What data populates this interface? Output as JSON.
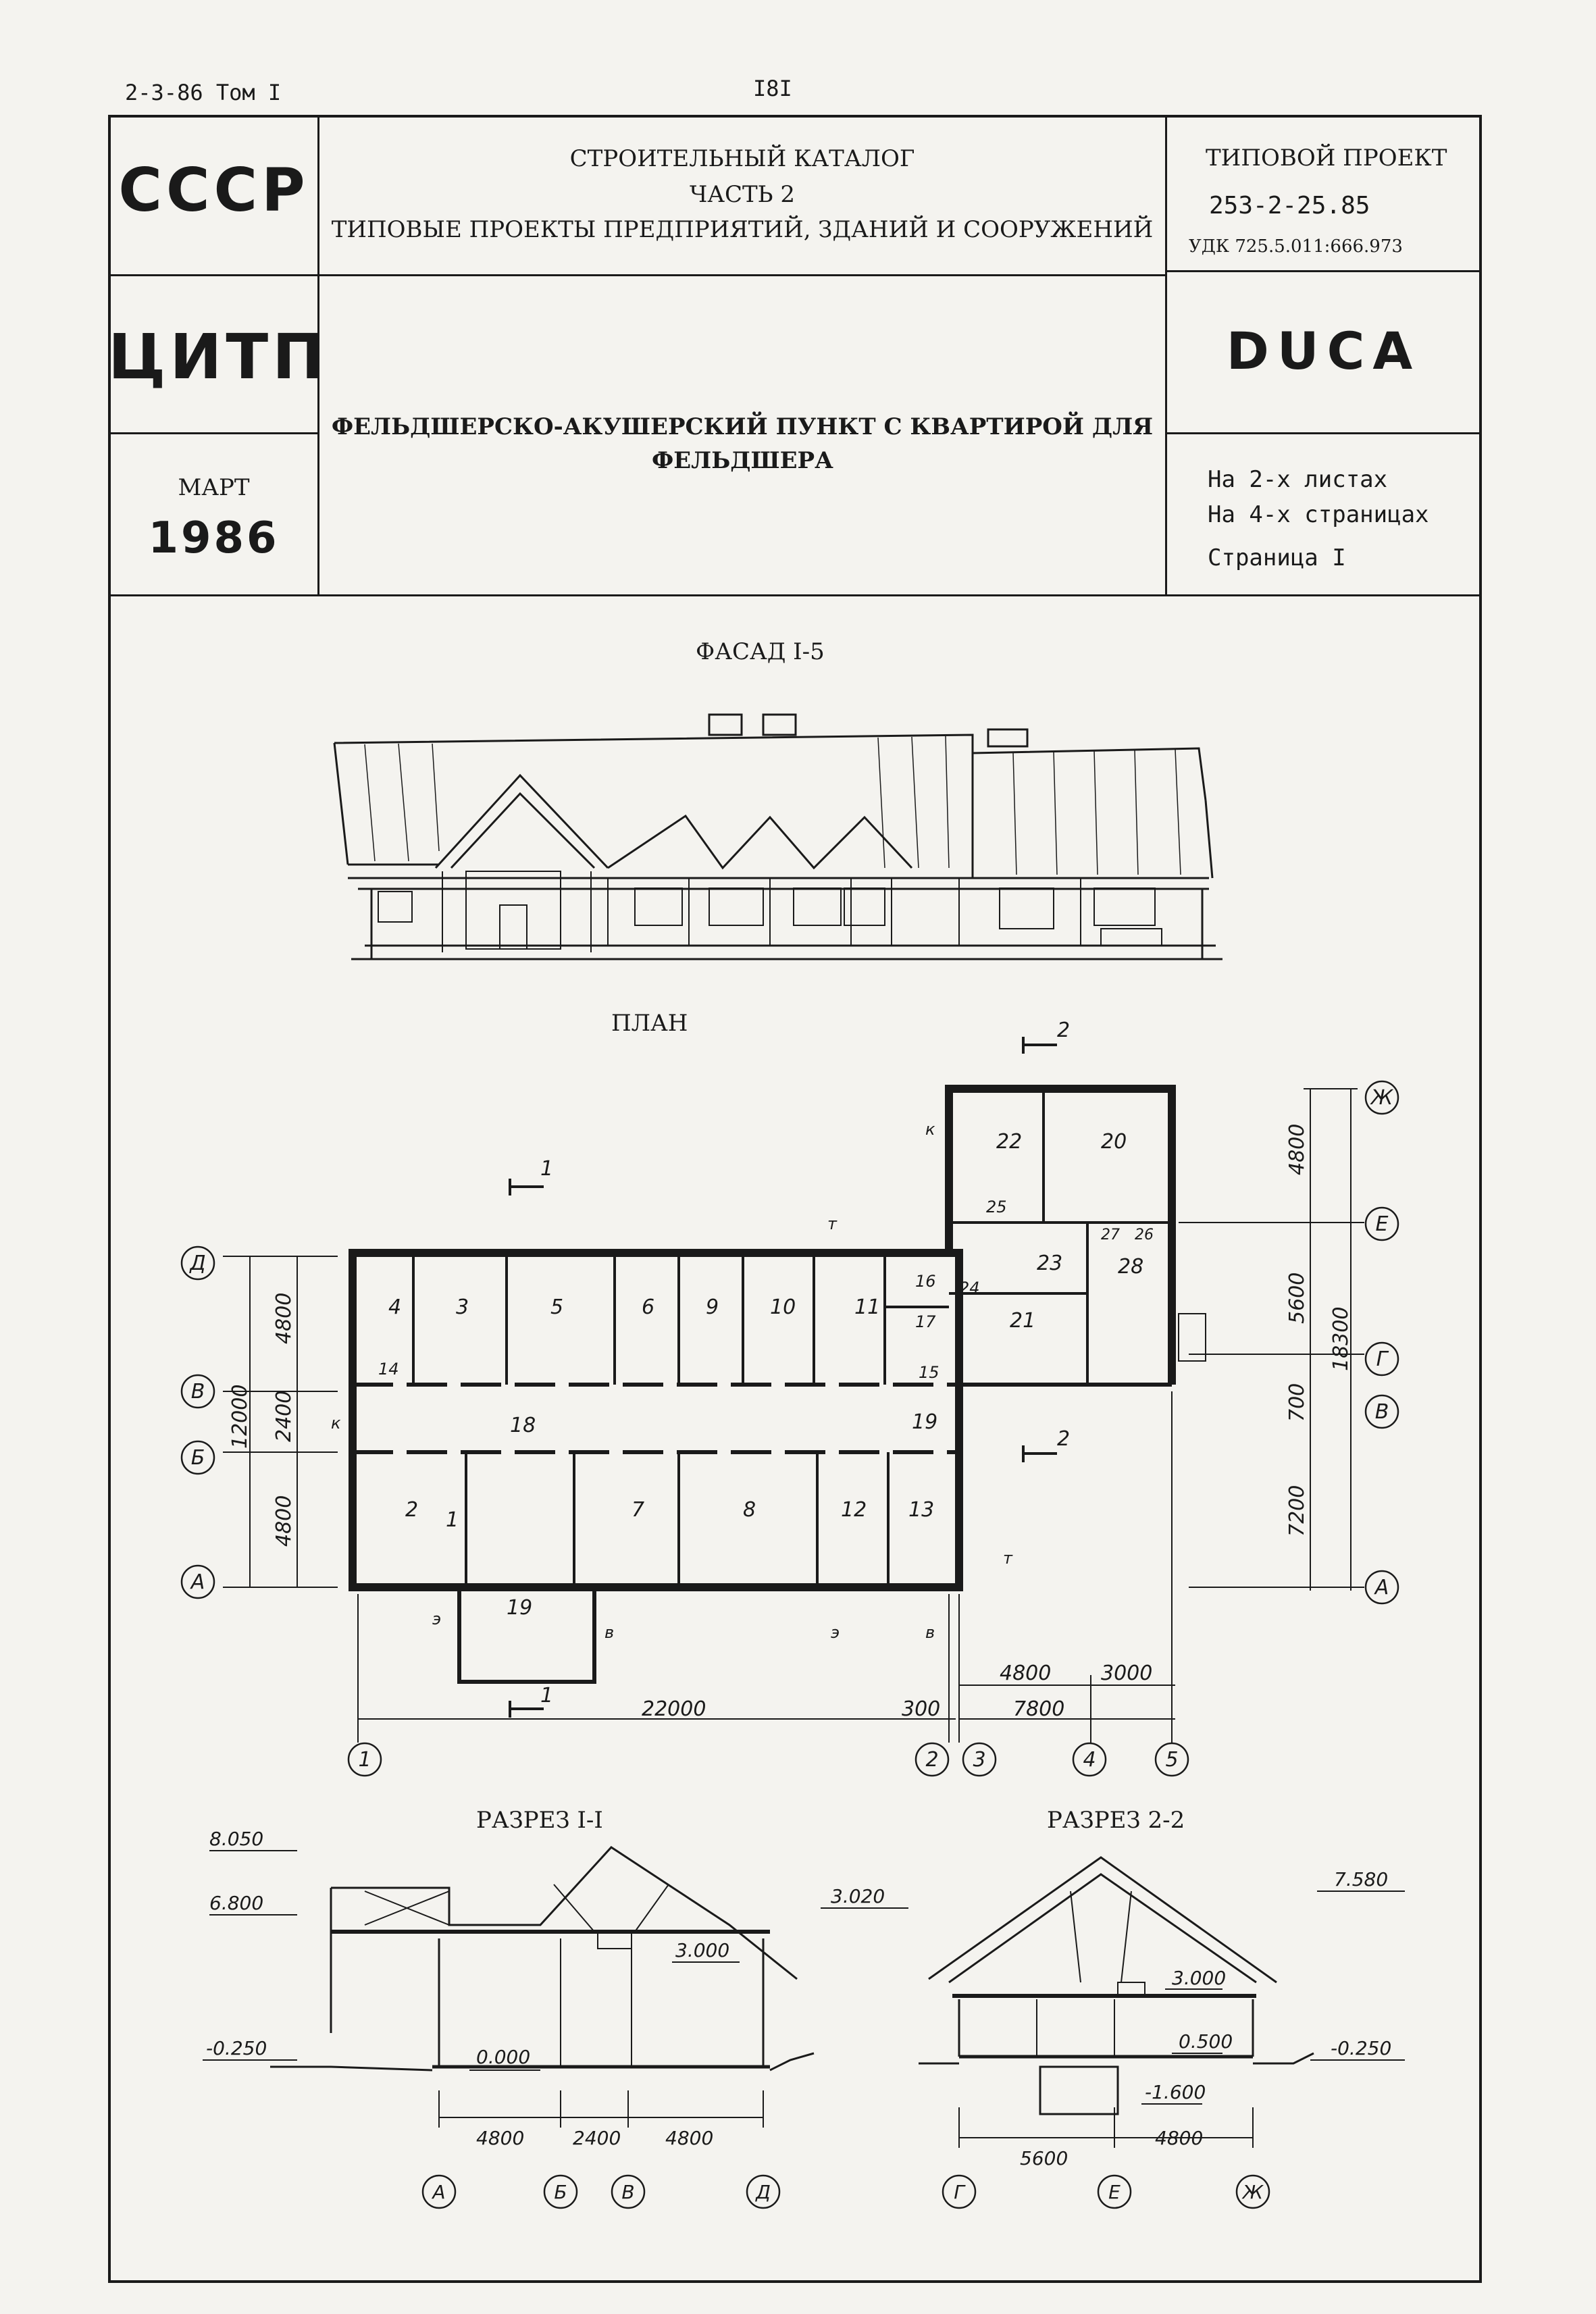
{
  "header": {
    "series": "2-3-86 Том I",
    "page_number": "I8I"
  },
  "title_block": {
    "country": "СССР",
    "catalog_line1": "СТРОИТЕЛЬНЫЙ КАТАЛОГ",
    "catalog_line2": "ЧАСТЬ 2",
    "catalog_line3": "ТИПОВЫЕ ПРОЕКТЫ ПРЕДПРИЯТИЙ, ЗДАНИЙ И СООРУЖЕНИЙ",
    "project_label": "ТИПОВОЙ ПРОЕКТ",
    "project_number": "253-2-25.85",
    "udk": "УДК 725.5.011:666.973",
    "org": "ЦИТП",
    "code": "DUCA",
    "title_line1": "ФЕЛЬДШЕРСКО-АКУШЕРСКИЙ ПУНКТ С КВАРТИРОЙ ДЛЯ",
    "title_line2": "ФЕЛЬДШЕРА",
    "month": "МАРТ",
    "year": "1986",
    "sheets": "На 2-х листах",
    "pages": "На 4-х страницах",
    "page": "Страница I"
  },
  "drawings": {
    "facade_title": "ФАСАД I-5",
    "plan_title": "ПЛАН",
    "section1_title": "РАЗРЕЗ I-I",
    "section2_title": "РАЗРЕЗ 2-2"
  },
  "plan": {
    "rooms": [
      "1",
      "2",
      "3",
      "4",
      "5",
      "6",
      "7",
      "8",
      "9",
      "10",
      "11",
      "12",
      "13",
      "14",
      "15",
      "16",
      "17",
      "18",
      "19",
      "19",
      "20",
      "21",
      "22",
      "23",
      "24",
      "25",
      "26",
      "27",
      "28"
    ],
    "axes_numbers": [
      "1",
      "2",
      "3",
      "4",
      "5"
    ],
    "axes_letters_left": [
      "Д",
      "В",
      "Б",
      "А"
    ],
    "axes_letters_right": [
      "Ж",
      "Е",
      "Г",
      "В",
      "А"
    ],
    "dims": {
      "total_width": "22000",
      "gap": "300",
      "annex_width": "7800",
      "annex_a": "4800",
      "annex_b": "3000",
      "left_total": "12000",
      "left_top": "4800",
      "left_mid": "2400",
      "left_bot": "4800",
      "right_total": "18300",
      "right_top": "4800",
      "right_mid": "5600",
      "right_small": "700",
      "right_bot": "7200"
    },
    "cut_marks": [
      "1",
      "1",
      "2",
      "2",
      "к",
      "к",
      "т",
      "т",
      "э",
      "э",
      "в",
      "в"
    ]
  },
  "section1": {
    "elev_top": "8.050",
    "elev_eave": "6.800",
    "elev_ground": "-0.250",
    "elev_floor": "0.000",
    "elev_ceiling": "3.000",
    "elev_eave_right": "3.020",
    "dims": [
      "4800",
      "2400",
      "4800"
    ],
    "axes": [
      "А",
      "Б",
      "В",
      "Д"
    ]
  },
  "section2": {
    "elev_top": "7.580",
    "elev_ceiling": "3.000",
    "elev_floor": "0.500",
    "elev_basement": "-1.600",
    "elev_ground": "-0.250",
    "dims": [
      "5600",
      "4800"
    ],
    "axes": [
      "Г",
      "Е",
      "Ж"
    ]
  }
}
